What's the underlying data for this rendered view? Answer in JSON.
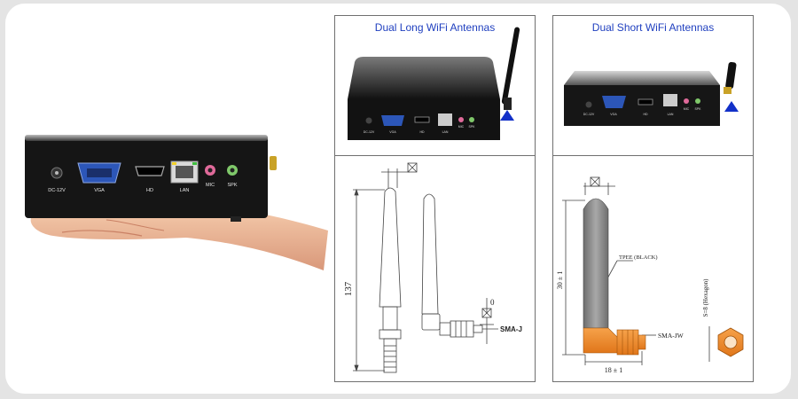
{
  "hero": {
    "ports": {
      "dc": "DC-12V",
      "vga": "VGA",
      "hd": "HD",
      "lan": "LAN",
      "mic": "MIC",
      "spk": "SPK"
    }
  },
  "panels": {
    "long": {
      "title": "Dual Long WiFi Antennas",
      "ports": {
        "dc": "DC-12V",
        "vga": "VGA",
        "hd": "HD",
        "lan": "LAN",
        "mic": "MIC",
        "spk": "SPK"
      }
    },
    "short": {
      "title": "Dual Short WiFi Antennas",
      "ports": {
        "dc": "DC-12V",
        "vga": "VGA",
        "hd": "HD",
        "lan": "LAN",
        "mic": "MIC",
        "spk": "SPK"
      }
    }
  },
  "drawings": {
    "long": {
      "height_label": "137",
      "tip_label": "⊠",
      "tilt_label": "0",
      "connector_label": "SMA-J"
    },
    "short": {
      "top_label": "⊠",
      "material_label": "TPEE (BLACK)",
      "height_label": "30 ± 1",
      "width_label": "18 ± 1",
      "connector_label": "SMA-JW",
      "hex_label": "S=8 (Hexagon)"
    }
  },
  "colors": {
    "caption": "#1f3fbf",
    "marker": "#1230c8",
    "connector_orange": "#f28a1e"
  }
}
